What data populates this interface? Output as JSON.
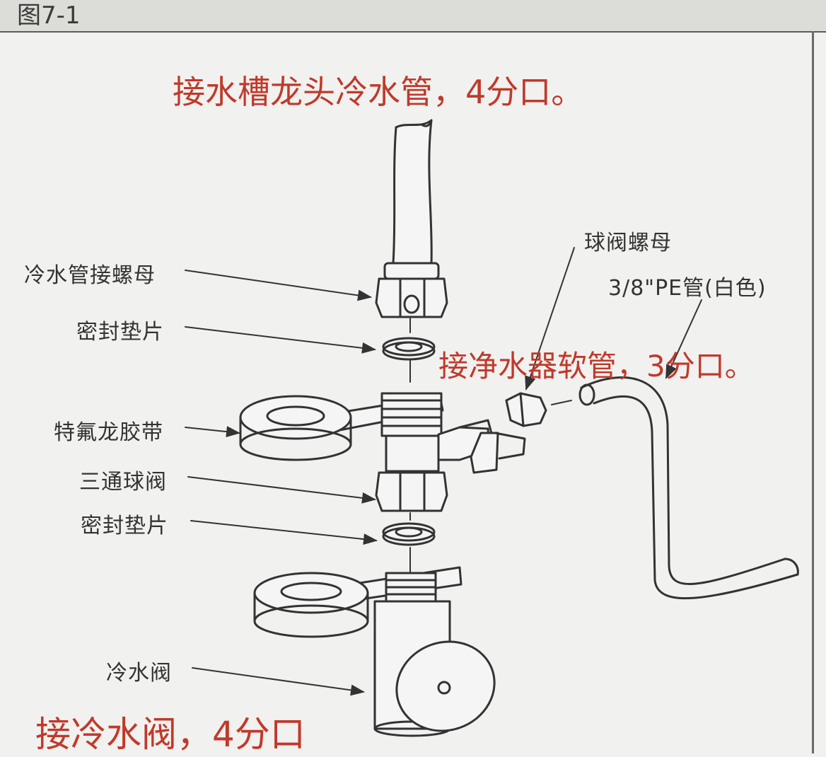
{
  "figure_label": "图7-1",
  "annotations": {
    "top": "接水槽龙头冷水管，4分口。",
    "right": "接净水器软管，3分口。",
    "bottom": "接冷水阀，4分口"
  },
  "parts": {
    "cold_pipe_nut": "冷水管接螺母",
    "seal_gasket_1": "密封垫片",
    "teflon_tape": "特氟龙胶带",
    "tee_ball_valve": "三通球阀",
    "seal_gasket_2": "密封垫片",
    "cold_valve": "冷水阀",
    "ball_valve_nut": "球阀螺母",
    "pe_pipe": "3/8\"PE管(白色)"
  },
  "colors": {
    "annotation_red": "#c0392b",
    "line_art": "#333333"
  }
}
